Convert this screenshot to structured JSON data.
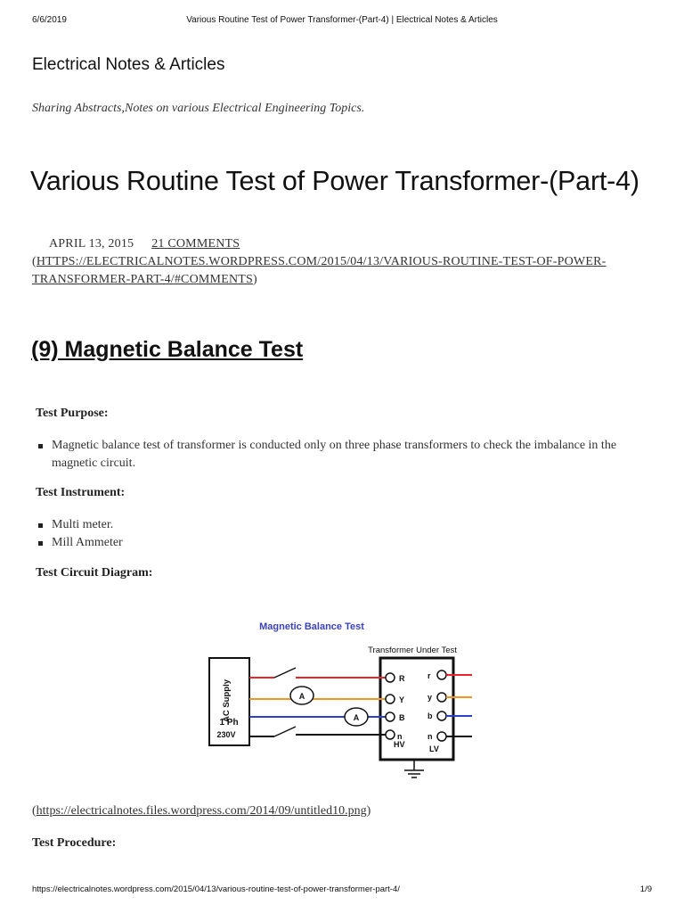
{
  "print_header": {
    "date": "6/6/2019",
    "title": "Various Routine Test of Power Transformer-(Part-4) | Electrical Notes & Articles"
  },
  "site": {
    "title": "Electrical Notes & Articles",
    "tagline": "Sharing Abstracts,Notes on various Electrical Engineering Topics."
  },
  "post": {
    "title": "Various Routine Test of Power Transformer-(Part-4)",
    "date": "APRIL 13, 2015",
    "comments": "21 COMMENTS",
    "comments_url_open": "(",
    "comments_url": "HTTPS://ELECTRICALNOTES.WORDPRESS.COM/2015/04/13/VARIOUS-ROUTINE-TEST-OF-POWER-TRANSFORMER-PART-4/#COMMENTS",
    "comments_url_close": ")"
  },
  "section": {
    "heading": "(9) Magnetic Balance Test",
    "purpose_label": "Test Purpose:",
    "purpose_items": [
      "Magnetic balance test of transformer is conducted only on three phase transformers to check the imbalance in the magnetic circuit."
    ],
    "instrument_label": "Test Instrument:",
    "instrument_items": [
      "Multi meter.",
      "Mill Ammeter"
    ],
    "circuit_label": "Test Circuit Diagram:",
    "procedure_label": "Test Procedure:"
  },
  "diagram": {
    "title": "Magnetic Balance Test",
    "subtitle": "Transformer Under Test",
    "supply_vertical": "AC Supply",
    "supply_phase": "1 Ph",
    "supply_voltage": "230V",
    "ammeter_symbol": "A",
    "hv_terminals": [
      "R",
      "Y",
      "B",
      "n"
    ],
    "lv_terminals": [
      "r",
      "y",
      "b",
      "n"
    ],
    "hv_label": "HV",
    "lv_label": "LV",
    "colors": {
      "red": "#e8242c",
      "orange": "#f7941d",
      "blue": "#2b3fcf",
      "black": "#111111",
      "title": "#3b43b8"
    }
  },
  "image_link": {
    "open": "(",
    "url": "https://electricalnotes.files.wordpress.com/2014/09/untitled10.png",
    "close": ")"
  },
  "print_footer": {
    "url": "https://electricalnotes.wordpress.com/2015/04/13/various-routine-test-of-power-transformer-part-4/",
    "page": "1/9"
  }
}
